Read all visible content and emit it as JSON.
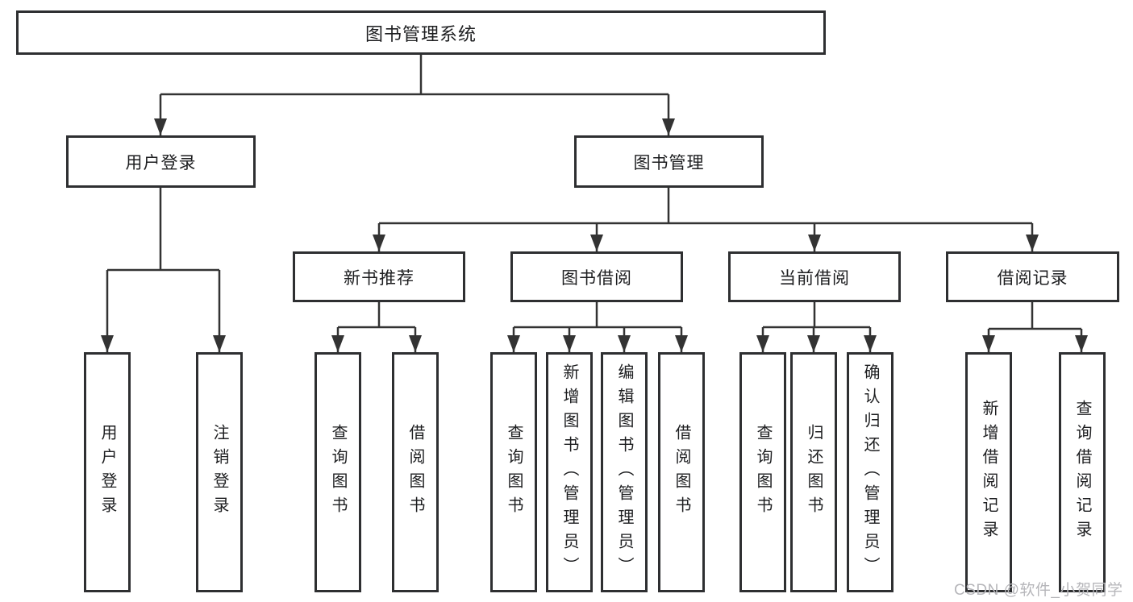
{
  "diagram": {
    "root": {
      "label": "图书管理系统",
      "children": [
        {
          "label": "用户登录",
          "children": [
            {
              "label": "用户登录"
            },
            {
              "label": "注销登录"
            }
          ]
        },
        {
          "label": "图书管理",
          "children": [
            {
              "label": "新书推荐",
              "children": [
                {
                  "label": "查询图书"
                },
                {
                  "label": "借阅图书"
                }
              ]
            },
            {
              "label": "图书借阅",
              "children": [
                {
                  "label": "查询图书"
                },
                {
                  "label": "新增图书（管理员）"
                },
                {
                  "label": "编辑图书（管理员）"
                },
                {
                  "label": "借阅图书"
                }
              ]
            },
            {
              "label": "当前借阅",
              "children": [
                {
                  "label": "查询图书"
                },
                {
                  "label": "归还图书"
                },
                {
                  "label": "确认归还（管理员）"
                }
              ]
            },
            {
              "label": "借阅记录",
              "children": [
                {
                  "label": "新增借阅记录"
                },
                {
                  "label": "查询借阅记录"
                }
              ]
            }
          ]
        }
      ]
    }
  },
  "watermark": "CSDN @软件_小贺同学",
  "colors": {
    "line": "#333333",
    "box_border": "#2e2f31",
    "box_background": "#ffffff",
    "text": "#1d1e20",
    "watermark": "#b6b6ba",
    "page_background": "#ffffff"
  }
}
